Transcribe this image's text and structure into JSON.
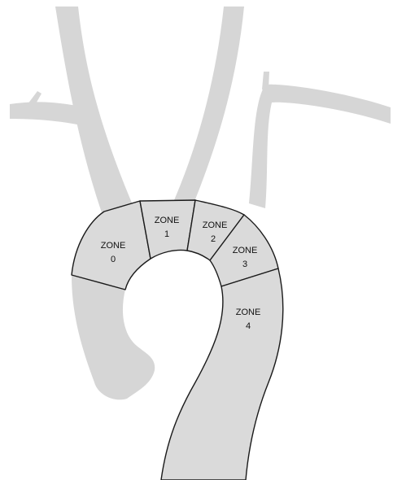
{
  "diagram": {
    "zones": [
      {
        "name": "ZONE",
        "number": "0"
      },
      {
        "name": "ZONE",
        "number": "1"
      },
      {
        "name": "ZONE",
        "number": "2"
      },
      {
        "name": "ZONE",
        "number": "3"
      },
      {
        "name": "ZONE",
        "number": "4"
      }
    ],
    "colors": {
      "vessel_fill": "#d6d6d6",
      "zone_fill": "#dadada",
      "outline": "#1a1a1a",
      "background": "#ffffff"
    }
  }
}
